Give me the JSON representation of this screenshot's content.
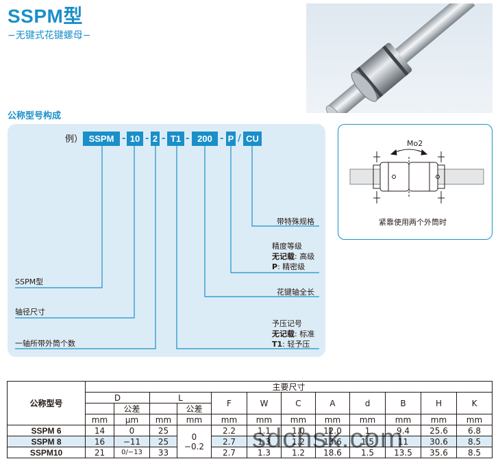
{
  "header": {
    "title": "SSPM型",
    "subtitle": "−无键式花键螺母−"
  },
  "section_title": "公称型号构成",
  "example": {
    "prefix": "例）",
    "codes": [
      "SSPM",
      "10",
      "2",
      "T1",
      "200",
      "P",
      "CU"
    ],
    "separators": [
      "-",
      "-",
      "-",
      "-",
      "-",
      "/"
    ]
  },
  "annotations": {
    "special": "带特殊规格",
    "precision_title": "精度等级",
    "precision_none_key": "无记载",
    "precision_none_val": ": 高级",
    "precision_p_key": "P",
    "precision_p_val": ": 精密级",
    "shaft_length": "花键轴全长",
    "preload_title": "予压记号",
    "preload_none_key": "无记载",
    "preload_none_val": ": 标准",
    "preload_t1_key": "T1",
    "preload_t1_val": ": 轻予压",
    "model": "SSPM型",
    "shaft_dia": "轴径尺寸",
    "count": "一轴所带外筒个数"
  },
  "diagram": {
    "moment_label": "Mo2",
    "caption": "紧靠使用两个外筒时"
  },
  "table": {
    "col_model": "公称型号",
    "main_dims": "主要尺寸",
    "D": "D",
    "L": "L",
    "tol": "公差",
    "cols": [
      "F",
      "W",
      "C",
      "A",
      "d",
      "B",
      "H",
      "K"
    ],
    "unit_mm": "mm",
    "unit_um": "μm",
    "rows": [
      {
        "model": "SSPM 6",
        "D": "14",
        "Dtol": "0",
        "L": "25",
        "F": "2.2",
        "W": "1.1",
        "C": "1.0",
        "A": "12.0",
        "d": "1",
        "B": "9.4",
        "H": "25.6",
        "K": "6.8"
      },
      {
        "model": "SSPM 8",
        "D": "16",
        "Dtol": "−11",
        "L": "25",
        "F": "2.7",
        "W": "1.3",
        "C": "1.2",
        "A": "13.6",
        "d": "1.5",
        "B": "11",
        "H": "30.6",
        "K": "8.5"
      },
      {
        "model": "SSPM10",
        "D": "21",
        "Dtol": "0/−13",
        "L": "33",
        "F": "2.7",
        "W": "1.3",
        "C": "1.2",
        "A": "18.6",
        "d": "1.5",
        "B": "13.5",
        "H": "35.6",
        "K": "8.5"
      }
    ],
    "Ltol_top": "0",
    "Ltol_bottom": "−0.2"
  },
  "watermark": "sdchsk.com",
  "colors": {
    "accent": "#1a8fc9",
    "panel": "#dcecf6"
  }
}
